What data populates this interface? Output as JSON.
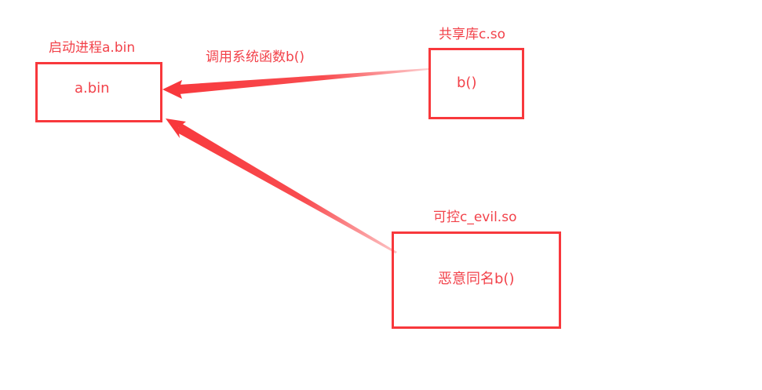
{
  "diagram": {
    "process": {
      "caption": "启动进程a.bin",
      "box_text": "a.bin"
    },
    "shared_lib": {
      "caption": "共享库c.so",
      "box_text": "b()"
    },
    "evil_lib": {
      "caption": "可控c_evil.so",
      "box_text": "恶意同名b()"
    },
    "arrow_label": "调用系统函数b()",
    "colors": {
      "stroke": "#f8383c",
      "text": "#f2424a",
      "background": "#ffffff"
    }
  }
}
